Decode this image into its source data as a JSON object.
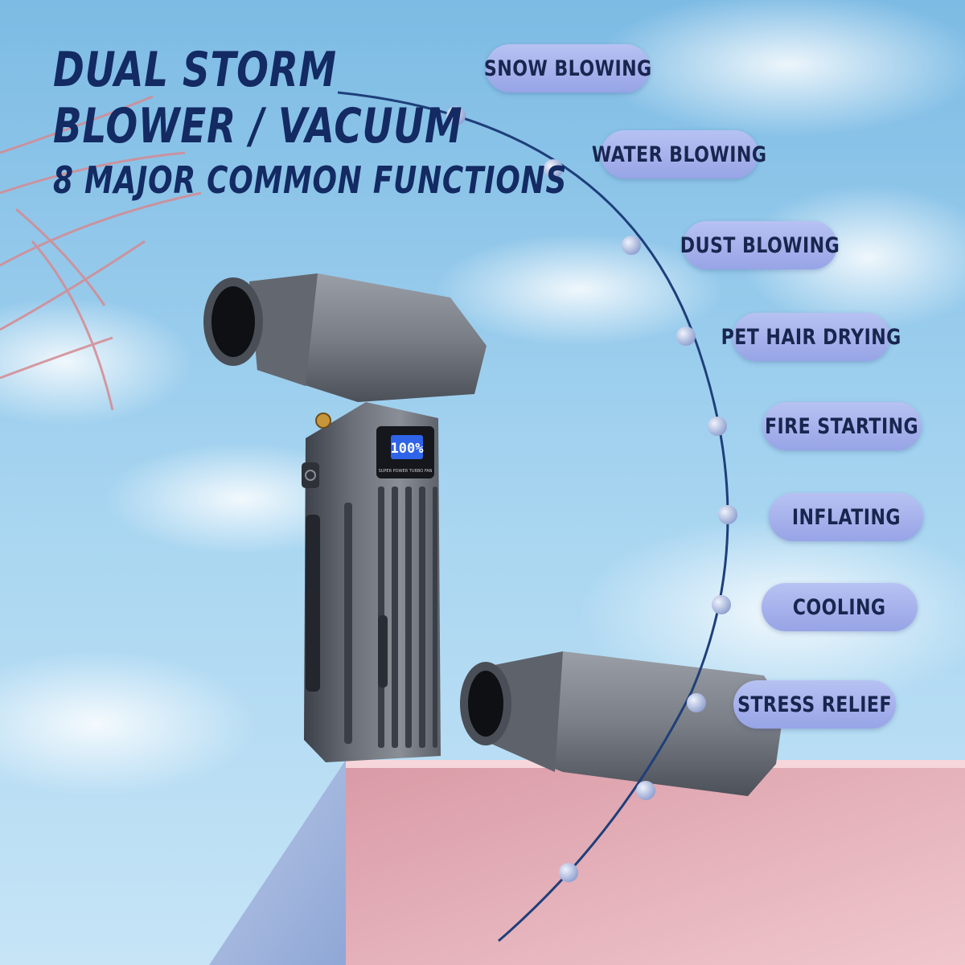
{
  "heading": {
    "line1": "DUAL STORM",
    "line2": "BLOWER / VACUUM",
    "line3": "8 MAJOR COMMON FUNCTIONS"
  },
  "display": {
    "percent": "100%",
    "caption": "SUPER POWER TURBO FAN"
  },
  "functions": [
    "SNOW BLOWING",
    "WATER BLOWING",
    "DUST BLOWING",
    "PET HAIR DRYING",
    "FIRE STARTING",
    "INFLATING",
    "COOLING",
    "STRESS RELIEF"
  ],
  "colors": {
    "heading": "#132a63",
    "pill": "#a3aeea",
    "arc": "#1e3f7a",
    "sky": "#8fc5e8",
    "pedestal": "#e7b4bd"
  }
}
